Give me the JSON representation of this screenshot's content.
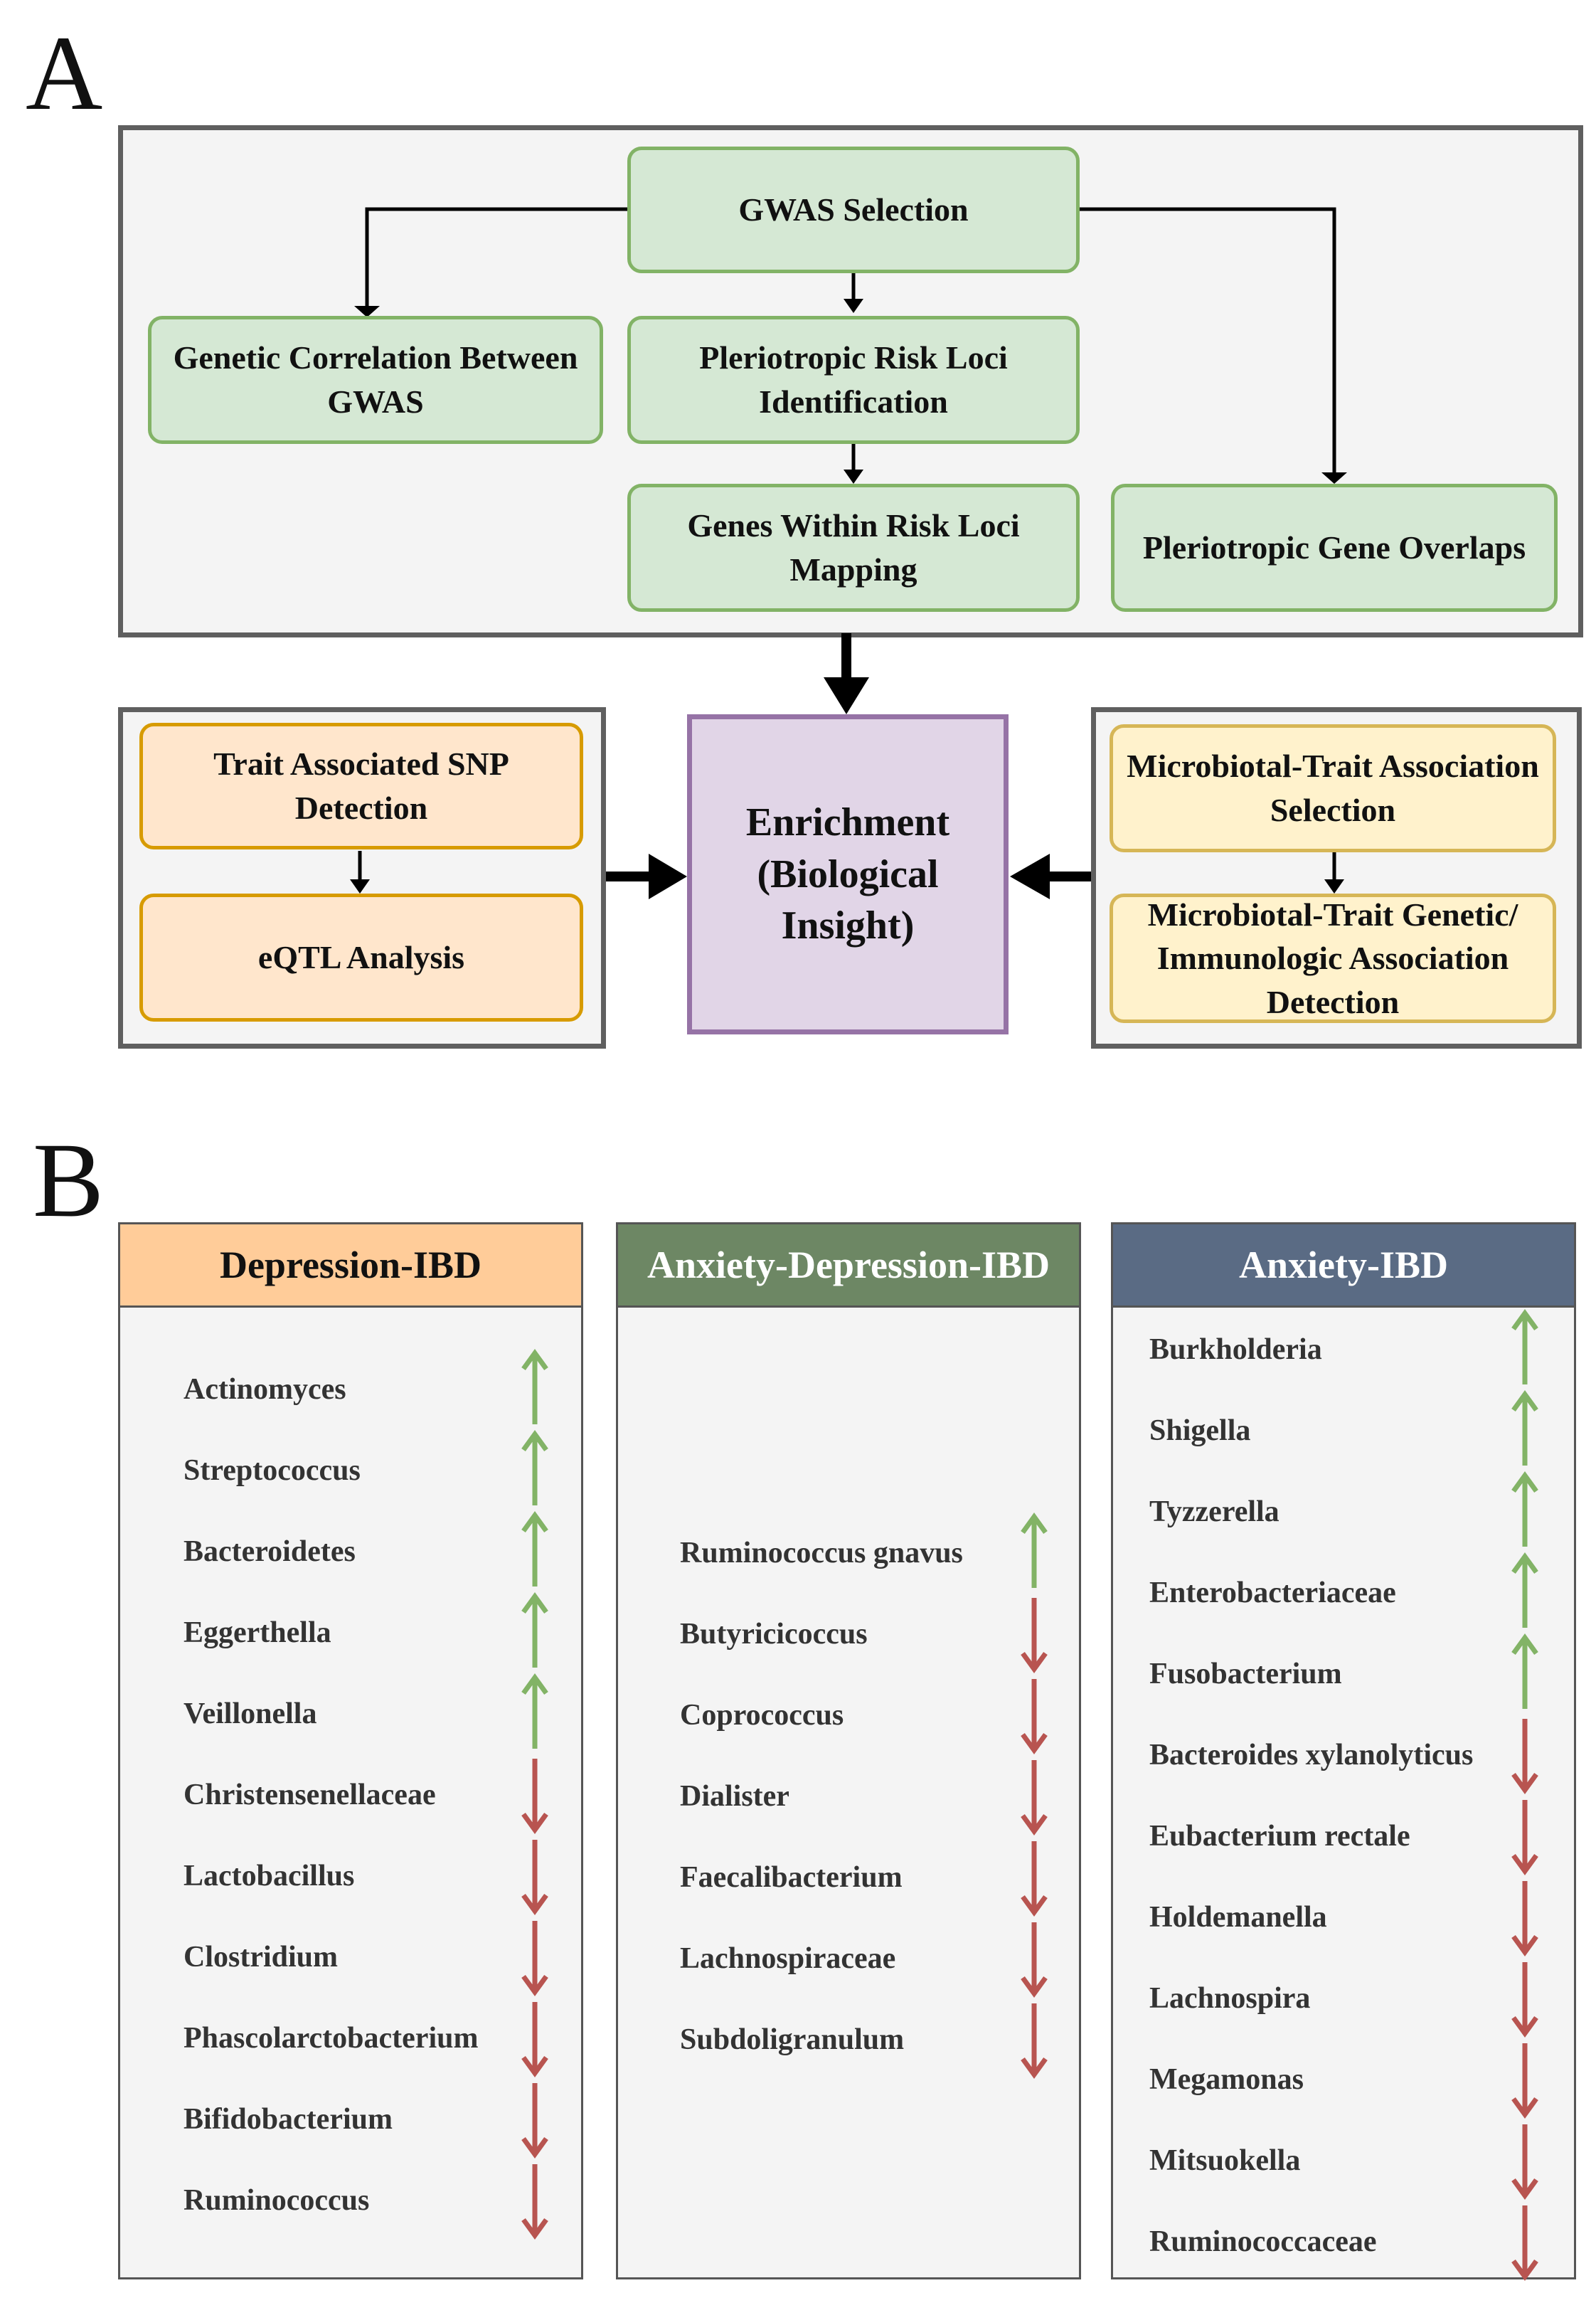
{
  "panel_a": {
    "letter": "A",
    "gwas_selection": "GWAS Selection",
    "genetic_correlation": "Genetic Correlation Between GWAS",
    "pleiotropic_loci": "Pleriotropic Risk Loci Identification",
    "genes_mapping": "Genes Within Risk Loci Mapping",
    "gene_overlaps": "Pleriotropic Gene Overlaps",
    "snp_detection": "Trait Associated SNP Detection",
    "eqtl": "eQTL Analysis",
    "enrichment": "Enrichment (Biological Insight)",
    "microbiotal_selection": "Microbiotal-Trait Association Selection",
    "microbiotal_detection": "Microbiotal-Trait Genetic/ Immunologic Association Detection"
  },
  "panel_b": {
    "letter": "B",
    "columns": [
      {
        "title": "Depression-IBD",
        "header_color": "#ffcc99",
        "header_text_color": "#111111",
        "taxa": [
          {
            "name": "Actinomyces",
            "direction": "up"
          },
          {
            "name": "Streptococcus",
            "direction": "up"
          },
          {
            "name": "Bacteroidetes",
            "direction": "up"
          },
          {
            "name": "Eggerthella",
            "direction": "up"
          },
          {
            "name": "Veillonella",
            "direction": "up"
          },
          {
            "name": "Christensenellaceae",
            "direction": "down"
          },
          {
            "name": "Lactobacillus",
            "direction": "down"
          },
          {
            "name": "Clostridium",
            "direction": "down"
          },
          {
            "name": "Phascolarctobacterium",
            "direction": "down"
          },
          {
            "name": "Bifidobacterium",
            "direction": "down"
          },
          {
            "name": "Ruminococcus",
            "direction": "down"
          }
        ]
      },
      {
        "title": "Anxiety-Depression-IBD",
        "header_color": "#6d8764",
        "header_text_color": "#ffffff",
        "taxa": [
          {
            "name": "Ruminococcus gnavus",
            "direction": "up"
          },
          {
            "name": "Butyricicoccus",
            "direction": "down"
          },
          {
            "name": "Coprococcus",
            "direction": "down"
          },
          {
            "name": "Dialister",
            "direction": "down"
          },
          {
            "name": "Faecalibacterium",
            "direction": "down"
          },
          {
            "name": "Lachnospiraceae",
            "direction": "down"
          },
          {
            "name": "Subdoligranulum",
            "direction": "down"
          }
        ]
      },
      {
        "title": "Anxiety-IBD",
        "header_color": "#5a6b84",
        "header_text_color": "#ffffff",
        "taxa": [
          {
            "name": "Burkholderia",
            "direction": "up"
          },
          {
            "name": "Shigella",
            "direction": "up"
          },
          {
            "name": "Tyzzerella",
            "direction": "up"
          },
          {
            "name": "Enterobacteriaceae",
            "direction": "up"
          },
          {
            "name": "Fusobacterium",
            "direction": "up"
          },
          {
            "name": "Bacteroides xylanolyticus",
            "direction": "down"
          },
          {
            "name": "Eubacterium rectale",
            "direction": "down"
          },
          {
            "name": "Holdemanella",
            "direction": "down"
          },
          {
            "name": "Lachnospira",
            "direction": "down"
          },
          {
            "name": "Megamonas",
            "direction": "down"
          },
          {
            "name": "Mitsuokella",
            "direction": "down"
          },
          {
            "name": "Ruminococcaceae",
            "direction": "down"
          }
        ]
      }
    ],
    "arrow_colors": {
      "up": "#82b366",
      "down": "#b85450"
    }
  }
}
